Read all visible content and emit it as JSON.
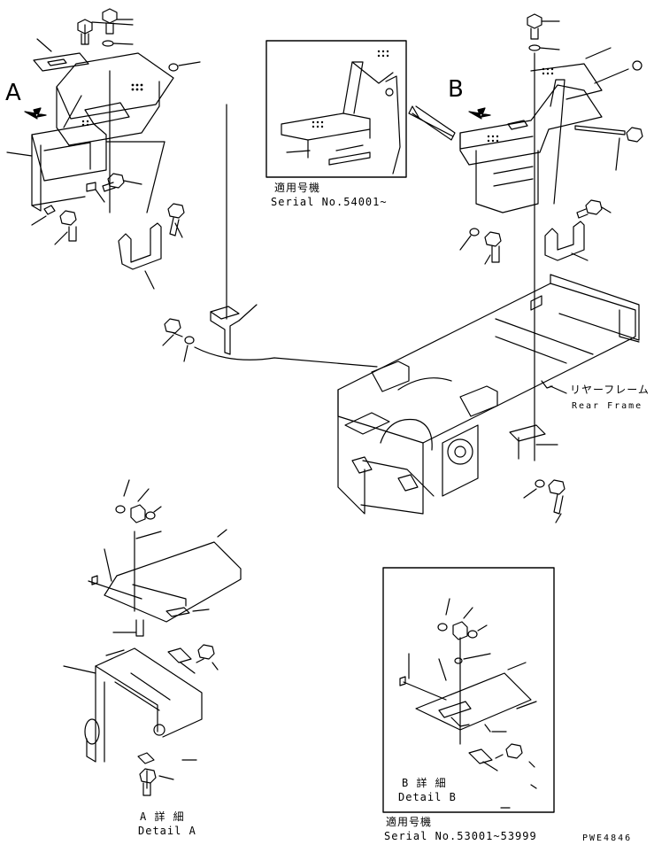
{
  "view_labels": {
    "a": "A",
    "b": "B"
  },
  "inset_top": {
    "applicable_jp": "適用号機",
    "serial": "Serial No.54001~"
  },
  "rear_frame": {
    "jp": "リヤーフレーム",
    "en": "Rear Frame"
  },
  "detail_a": {
    "jp": "A 詳 細",
    "en": "Detail A"
  },
  "detail_b": {
    "jp": "B 詳 細",
    "en": "Detail B",
    "applicable_jp": "適用号機",
    "serial": "Serial No.53001~53999"
  },
  "drawing_code": "PWE4846"
}
